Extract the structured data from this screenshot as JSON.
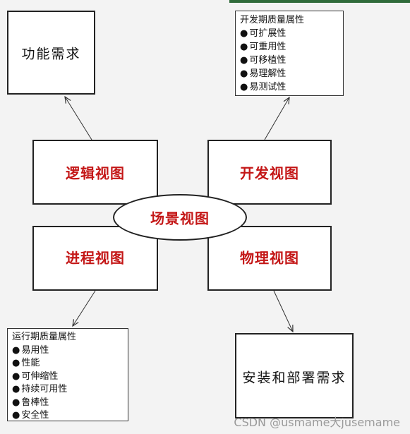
{
  "functional_requirement": "功能需求",
  "deployment_requirement": "安装和部署需求",
  "views": {
    "logical": "逻辑视图",
    "development": "开发视图",
    "scenario": "场景视图",
    "process": "进程视图",
    "physical": "物理视图"
  },
  "dev_attributes": {
    "title": "开发期质量属性",
    "items": [
      "可扩展性",
      "可重用性",
      "可移植性",
      "易理解性",
      "易测试性"
    ]
  },
  "runtime_attributes": {
    "title": "运行期质量属性",
    "items": [
      "易用性",
      "性能",
      "可伸缩性",
      "持续可用性",
      "鲁棒性",
      "安全性"
    ]
  },
  "watermark": "CSDN @usmame大jusemame",
  "colors": {
    "view_text": "#c41717",
    "top_bar": "#2f6b3a"
  }
}
